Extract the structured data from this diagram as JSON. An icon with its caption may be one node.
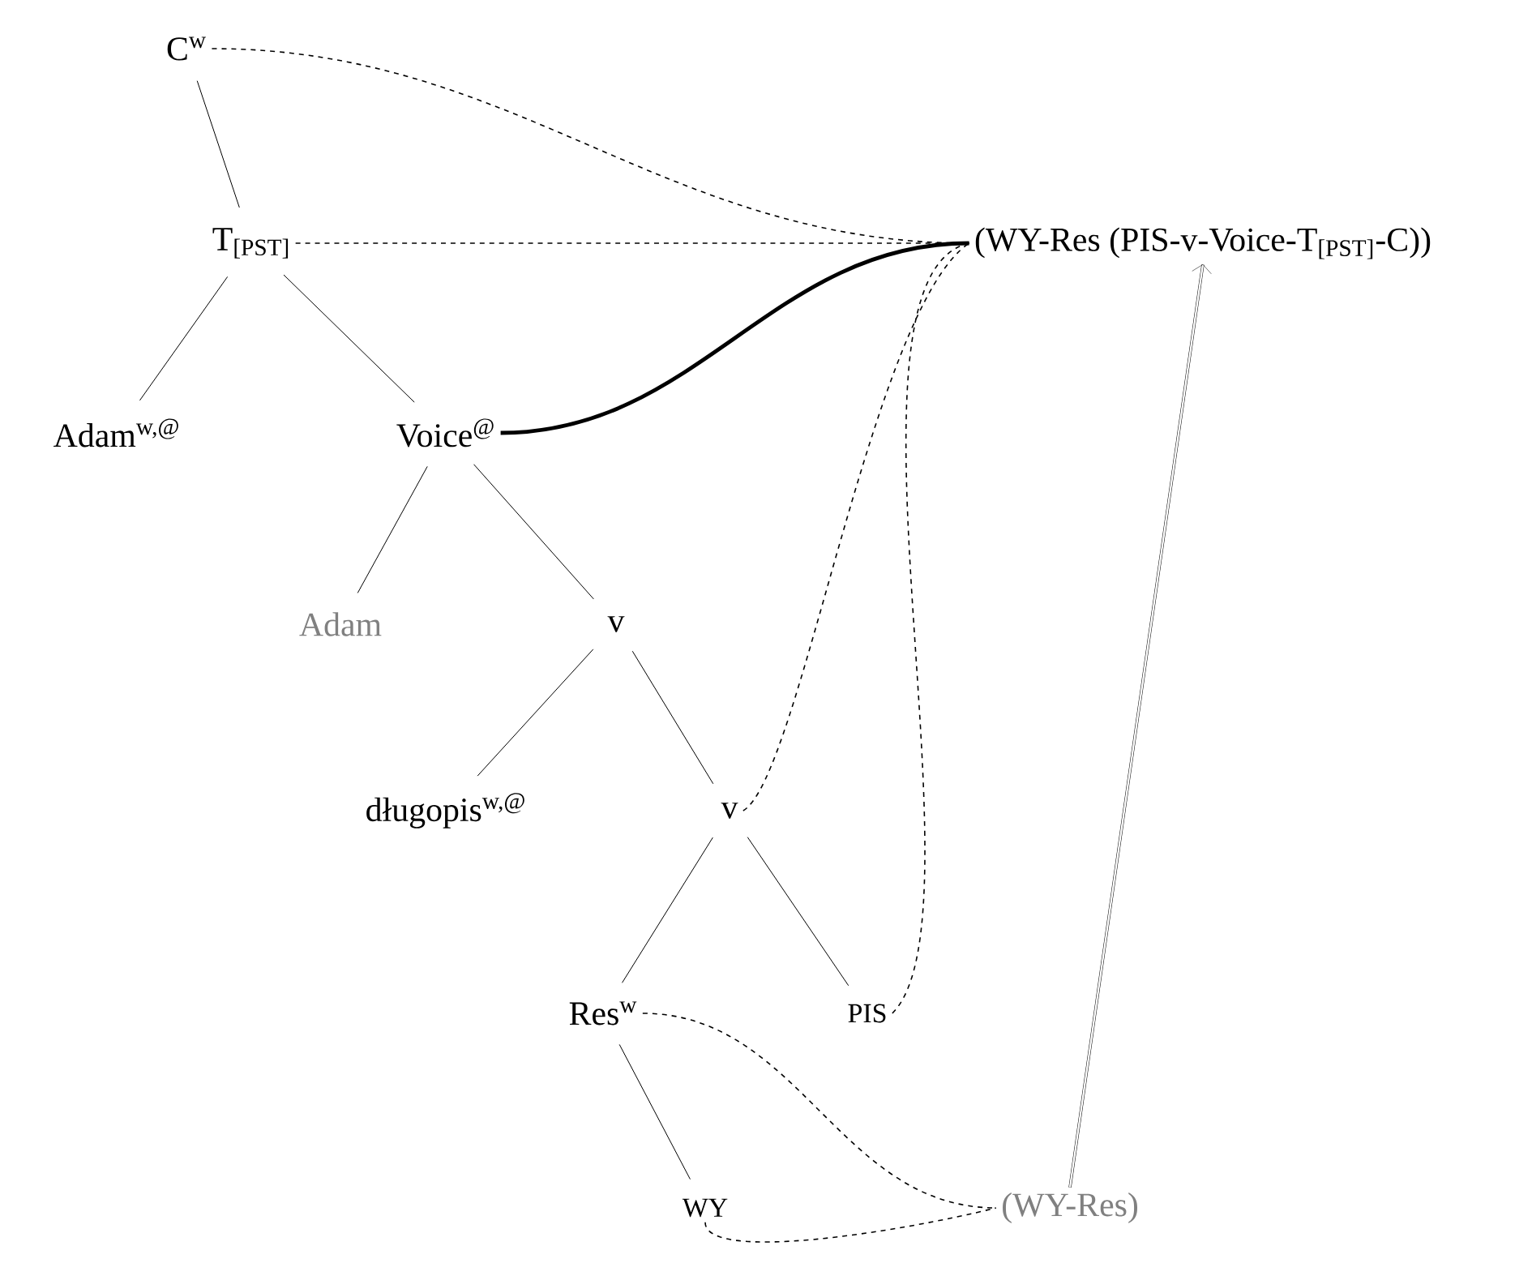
{
  "diagram": {
    "nodes": [
      {
        "text": [
          "C$^{w}$"
        ]
      },
      {
        "text": [
          "T$_{[PST]}$"
        ]
      },
      {
        "text": [
          "Adam$^{w,@}$"
        ]
      },
      {
        "text": [
          "Voice$^{@}$"
        ]
      },
      {
        "text": [
          "Adam"
        ]
      },
      {
        "text": [
          "v"
        ]
      },
      {
        "text": [
          "długopis$^{w,@}$"
        ]
      },
      {
        "text": [
          "v"
        ]
      },
      {
        "text": [
          "Res$^{w}$"
        ]
      },
      {
        "text": [
          "PIS"
        ]
      },
      {
        "text": [
          "WY"
        ]
      },
      {
        "text": [
          "(WY-Res (PIS-v-Voice-T$_{[PST]}$-C))"
        ]
      },
      {
        "text": [
          "(WY-Res)"
        ]
      }
    ],
    "edges": [
      {
        "from": 0,
        "to": 1,
        "arrow": "none"
      },
      {
        "from": 1,
        "to": 2,
        "arrow": "none"
      },
      {
        "from": 1,
        "to": 3,
        "arrow": "none"
      },
      {
        "from": 3,
        "to": 4,
        "arrow": "none"
      },
      {
        "from": 3,
        "to": 5,
        "arrow": "none"
      },
      {
        "from": 5,
        "to": 6,
        "arrow": "none"
      },
      {
        "from": 5,
        "to": 7,
        "arrow": "none"
      },
      {
        "from": 7,
        "to": 8,
        "arrow": "none"
      },
      {
        "from": 7,
        "to": 9,
        "arrow": "none"
      },
      {
        "from": 8,
        "to": 10,
        "arrow": "none"
      },
      {
        "from": 0,
        "to": 11,
        "arrow": "none",
        "style": "dashed"
      },
      {
        "from": 1,
        "to": 11,
        "arrow": "none",
        "style": "dashed"
      },
      {
        "from": 3,
        "to": 11,
        "arrow": "none",
        "style": "thick"
      },
      {
        "from": 7,
        "to": 11,
        "arrow": "none",
        "style": "dashed"
      },
      {
        "from": 9,
        "to": 11,
        "arrow": "none",
        "style": "dashed"
      },
      {
        "from": 8,
        "to": 12,
        "arrow": "none",
        "style": "dashed"
      },
      {
        "from": 10,
        "to": 12,
        "arrow": "none",
        "style": "dashed"
      },
      {
        "from": 12,
        "to": 11,
        "arrow": "to"
      }
    ]
  }
}
